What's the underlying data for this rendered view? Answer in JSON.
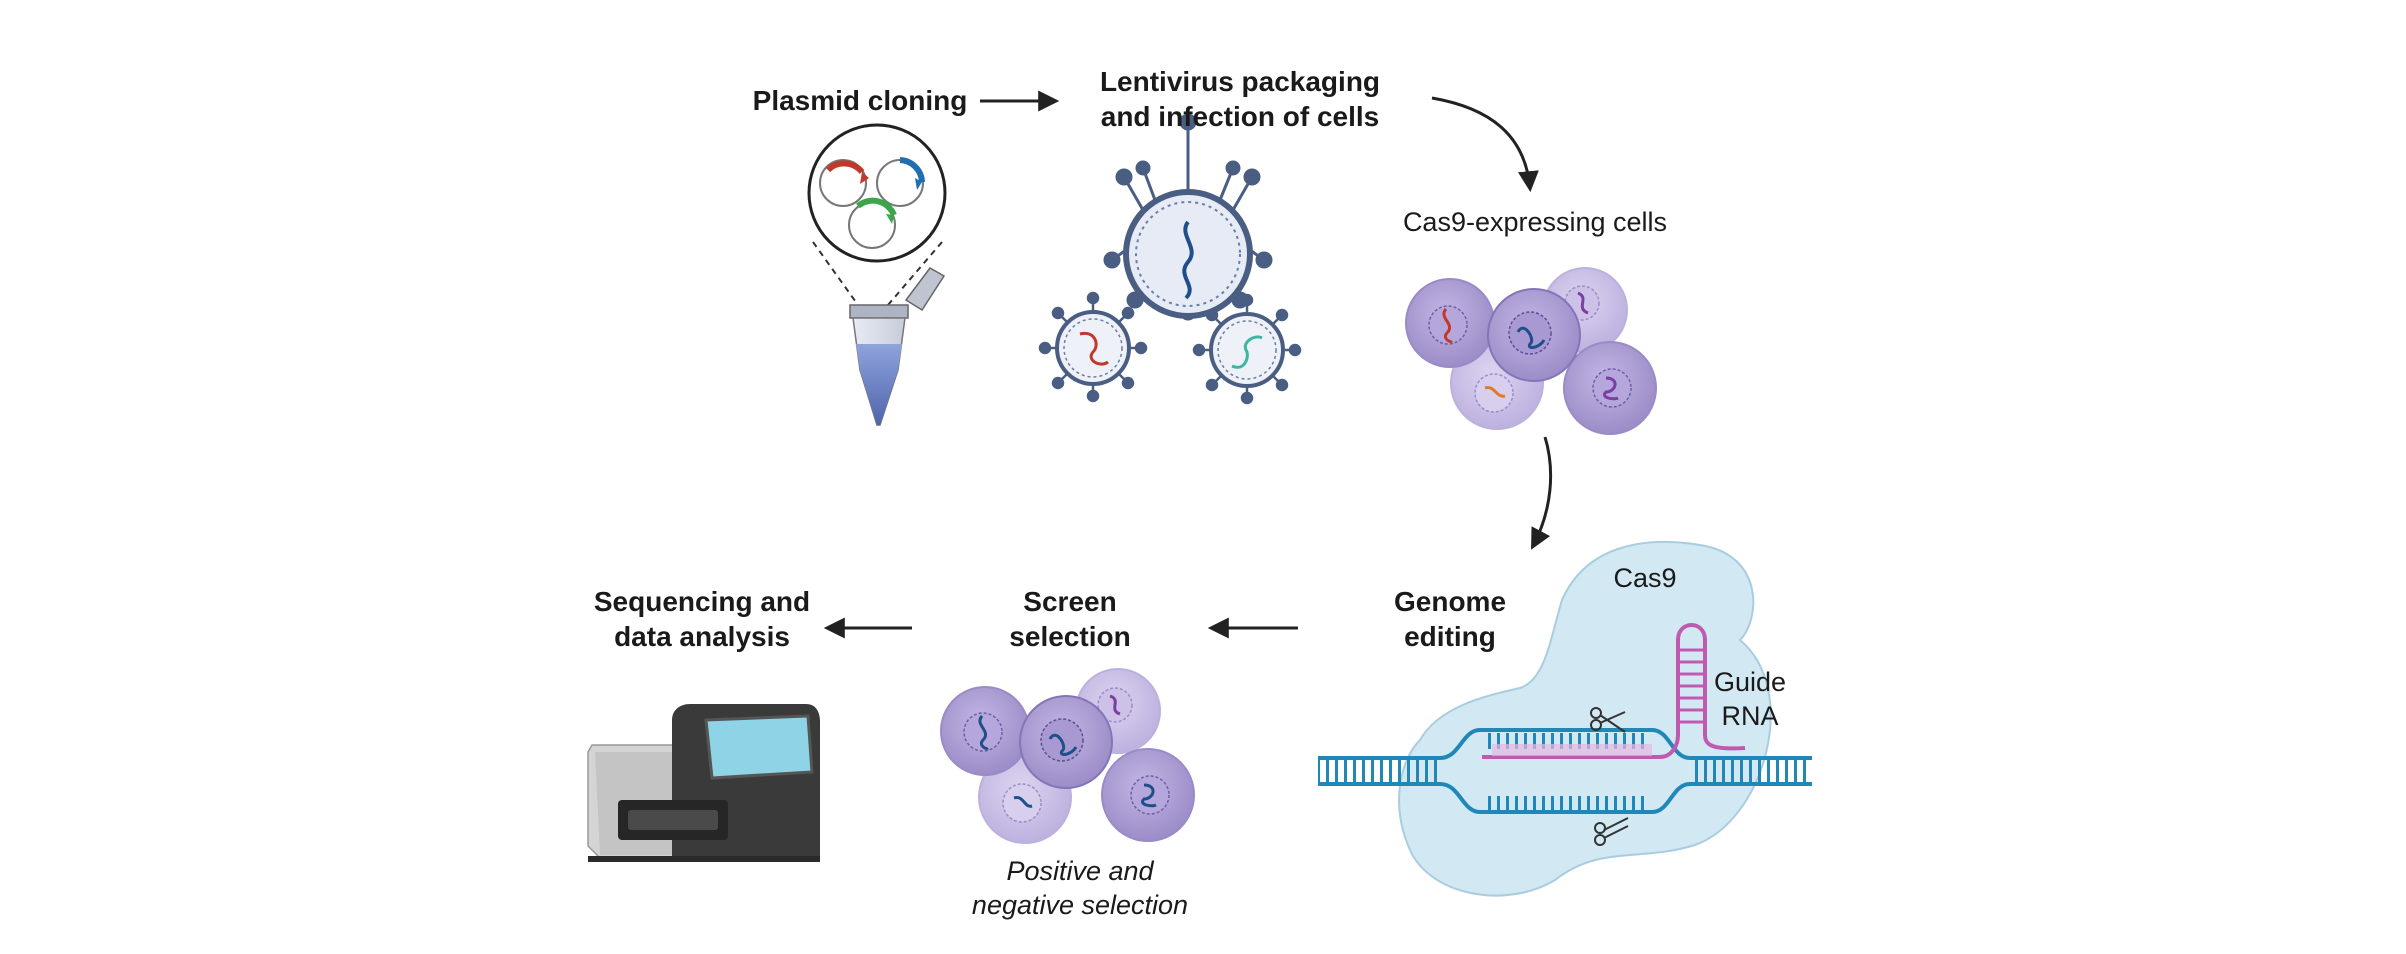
{
  "steps": {
    "plasmid": {
      "label": "Plasmid cloning"
    },
    "lentivirus": {
      "line1": "Lentivirus packaging",
      "line2": "and infection of cells"
    },
    "cas9_cells": {
      "label": "Cas9-expressing cells"
    },
    "genome": {
      "line1": "Genome",
      "line2": "editing"
    },
    "screen": {
      "line1": "Screen",
      "line2": "selection"
    },
    "sequencing": {
      "line1": "Sequencing and",
      "line2": "data analysis"
    }
  },
  "annotations": {
    "cas9": "Cas9",
    "guide_line1": "Guide",
    "guide_line2": "RNA",
    "selection_line1": "Positive and",
    "selection_line2": "negative selection"
  },
  "colors": {
    "arrow": "#222222",
    "cell_fill": "#a99bd0",
    "cell_edge": "#7d6db3",
    "virus": "#4a5d82",
    "dna": "#1f88b8",
    "guide_rna": "#c05ab0",
    "cas9_blob": "#cfe6f2",
    "tube_liquid": "#6f86c6",
    "sequencer_dark": "#3a3a3a",
    "sequencer_light": "#c9c9c9",
    "red": "#c0392b",
    "blue": "#1f6fb2",
    "green": "#3aa84a",
    "teal": "#3cb7a0",
    "orange": "#e07b2a",
    "purple": "#7a3fa0"
  }
}
